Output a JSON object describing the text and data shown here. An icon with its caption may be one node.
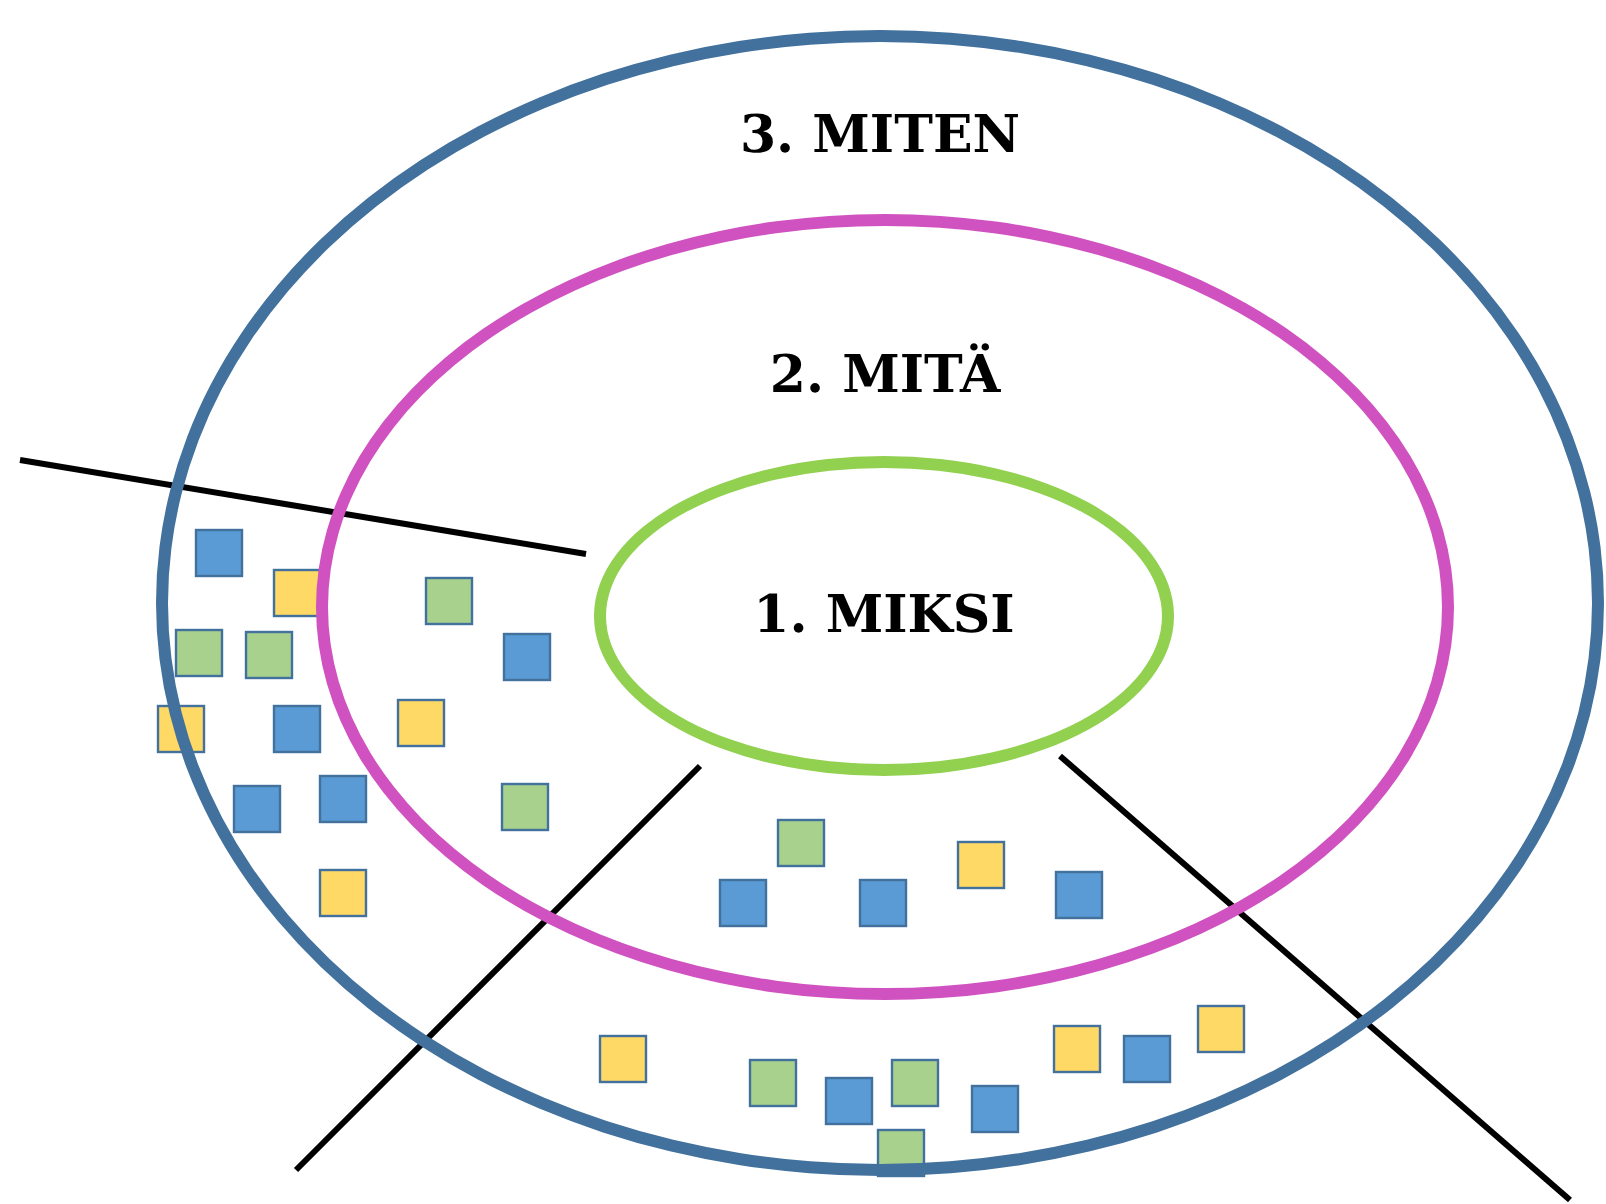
{
  "diagram": {
    "nodes": [
      {
        "text": [
          "3. MITEN"
        ]
      },
      {
        "text": [
          "2. MITÄ"
        ],
        "in": 0
      },
      {
        "text": [
          "1. MIKSI"
        ],
        "in": 1
      }
    ]
  }
}
